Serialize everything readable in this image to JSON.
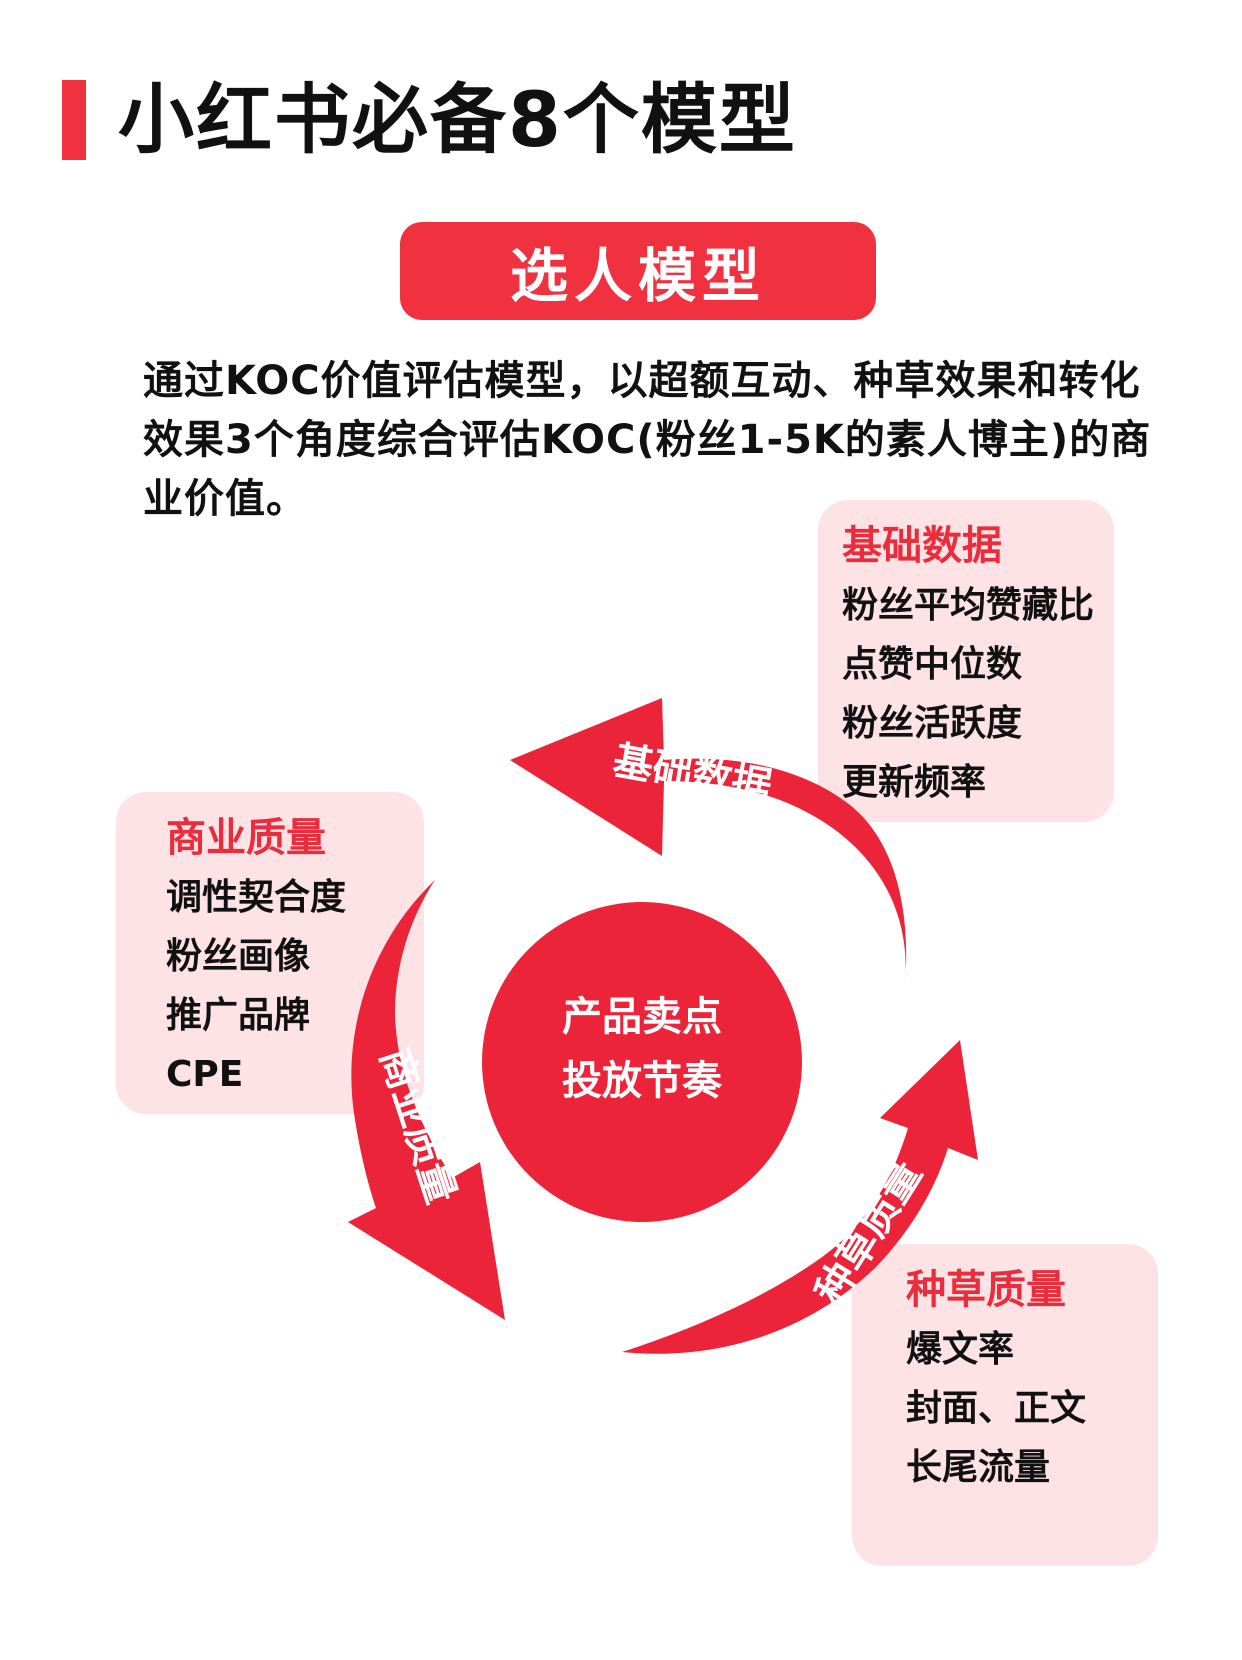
{
  "header": {
    "title": "小红书必备8个模型"
  },
  "model": {
    "name": "选人模型",
    "description": "通过KOC价值评估模型，以超额互动、种草效果和转化效果3个角度综合评估KOC(粉丝1-5K的素人博主)的商业价值。"
  },
  "center": {
    "line1": "产品卖点",
    "line2": "投放节奏"
  },
  "arrows": {
    "basic": "基础数据",
    "commercial": "商业质量",
    "seeding": "种草质量"
  },
  "cards": {
    "basic": {
      "title": "基础数据",
      "items": [
        "粉丝平均赞藏比",
        "点赞中位数",
        "粉丝活跃度",
        "更新频率"
      ]
    },
    "commercial": {
      "title": "商业质量",
      "items": [
        "调性契合度",
        "粉丝画像",
        "推广品牌",
        "CPE"
      ]
    },
    "seeding": {
      "title": "种草质量",
      "items": [
        "爆文率",
        "封面、正文",
        "长尾流量"
      ]
    }
  },
  "colors": {
    "accent": "#f0313f",
    "card_bg": "#fde3e6",
    "card_title": "#ea2d3c"
  }
}
